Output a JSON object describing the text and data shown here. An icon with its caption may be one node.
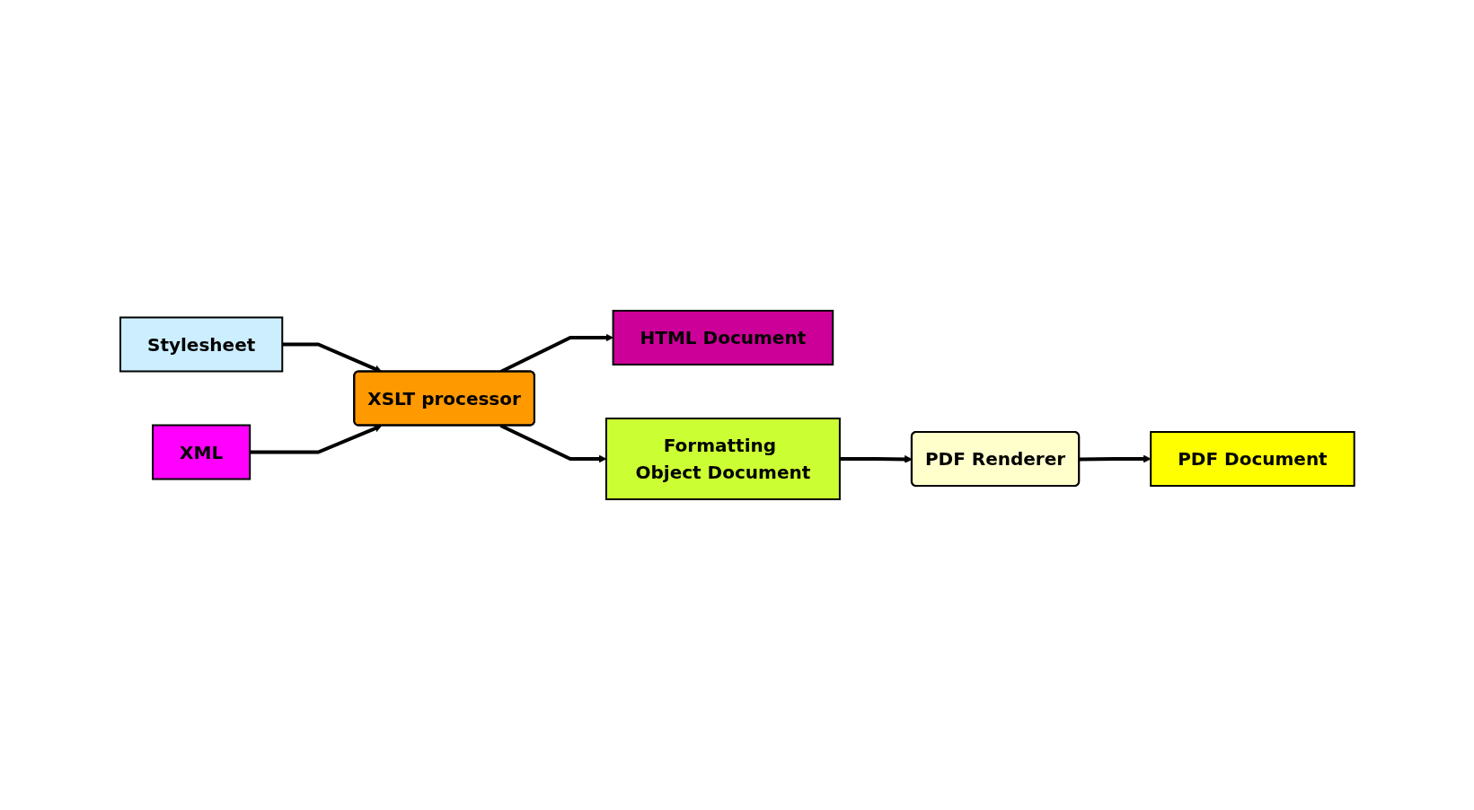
{
  "diagram": {
    "nodes": [
      {
        "text": [
          "Stylesheet"
        ]
      },
      {
        "text": [
          "XSLT processor"
        ]
      },
      {
        "text": [
          "HTML Document"
        ]
      },
      {
        "text": [
          "Formatting Object Document"
        ]
      },
      {
        "text": [
          "PDF Renderer"
        ]
      },
      {
        "text": [
          "PDF Document"
        ]
      },
      {
        "text": [
          "XML"
        ]
      }
    ],
    "edges": [
      {
        "from": 0,
        "to": 1,
        "arrow": "to"
      },
      {
        "from": 6,
        "to": 1,
        "arrow": "to"
      },
      {
        "from": 1,
        "to": 2,
        "arrow": "to"
      },
      {
        "from": 1,
        "to": 3,
        "arrow": "to"
      },
      {
        "from": 3,
        "to": 4,
        "arrow": "to"
      },
      {
        "from": 4,
        "to": 5,
        "arrow": "to"
      }
    ]
  }
}
